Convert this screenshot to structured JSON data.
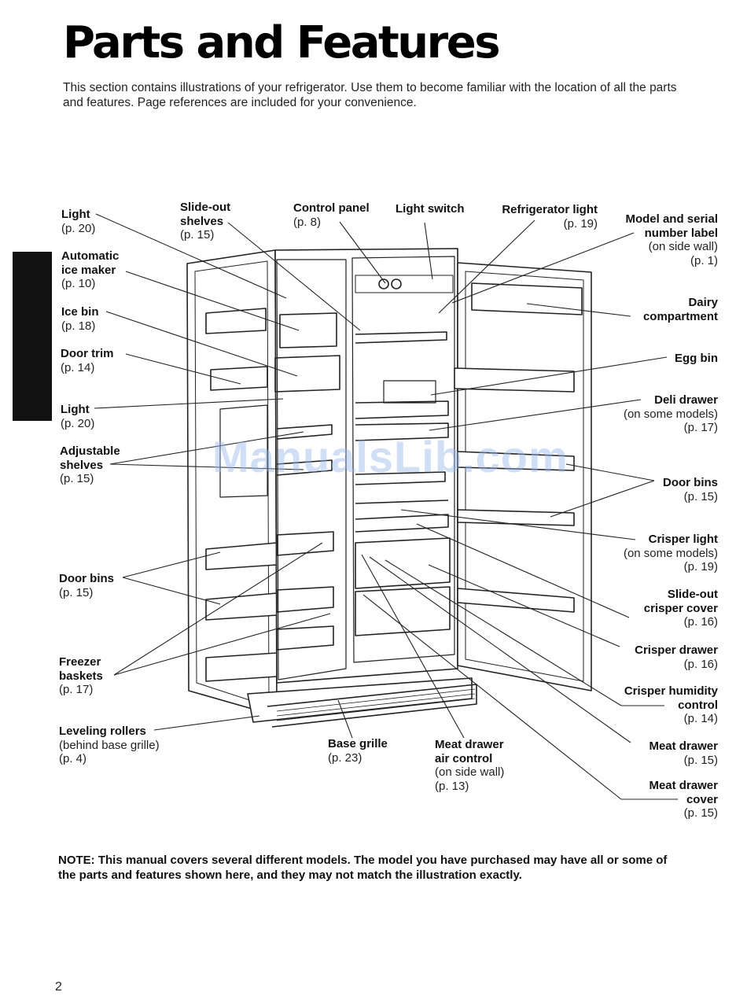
{
  "page": {
    "title": "Parts and Features",
    "intro": "This section contains illustrations of your refrigerator. Use them to become familiar with the location of all the parts and features. Page references are included for your convenience.",
    "note": "NOTE: This manual covers several different models. The model you have purchased may have all or some of the parts and features shown here, and they may not match the illustration exactly.",
    "page_number": "2",
    "watermark": "ManualsLib.com"
  },
  "labels": {
    "light_top": {
      "name": "Light",
      "ref": "(p. 20)"
    },
    "slide_out_shelves": {
      "name1": "Slide-out",
      "name2": "shelves",
      "ref": "(p. 15)"
    },
    "control_panel": {
      "name": "Control panel",
      "ref": "(p. 8)"
    },
    "light_switch": {
      "name": "Light switch"
    },
    "refrigerator_light": {
      "name": "Refrigerator light",
      "ref": "(p. 19)"
    },
    "model_serial": {
      "name1": "Model and serial",
      "name2": "number label",
      "note": "(on side wall)",
      "ref": "(p. 1)"
    },
    "automatic_ice_maker": {
      "name1": "Automatic",
      "name2": "ice maker",
      "ref": "(p. 10)"
    },
    "ice_bin": {
      "name": "Ice bin",
      "ref": "(p. 18)"
    },
    "door_trim": {
      "name": "Door trim",
      "ref": "(p. 14)"
    },
    "light_mid": {
      "name": "Light",
      "ref": "(p. 20)"
    },
    "adjustable_shelves": {
      "name1": "Adjustable",
      "name2": "shelves",
      "ref": "(p. 15)"
    },
    "door_bins_left": {
      "name": "Door bins",
      "ref": "(p. 15)"
    },
    "freezer_baskets": {
      "name1": "Freezer",
      "name2": "baskets",
      "ref": "(p. 17)"
    },
    "leveling_rollers": {
      "name": "Leveling rollers",
      "note": "(behind base grille)",
      "ref": "(p. 4)"
    },
    "base_grille": {
      "name": "Base grille",
      "ref": "(p. 23)"
    },
    "meat_drawer_air": {
      "name1": "Meat drawer",
      "name2": "air control",
      "note": "(on side wall)",
      "ref": "(p. 13)"
    },
    "dairy_compartment": {
      "name1": "Dairy",
      "name2": "compartment"
    },
    "egg_bin": {
      "name": "Egg bin"
    },
    "deli_drawer": {
      "name": "Deli drawer",
      "note": "(on some models)",
      "ref": "(p. 17)"
    },
    "door_bins_right": {
      "name": "Door bins",
      "ref": "(p. 15)"
    },
    "crisper_light": {
      "name": "Crisper light",
      "note": "(on some models)",
      "ref": "(p. 19)"
    },
    "slide_out_crisper_cover": {
      "name1": "Slide-out",
      "name2": "crisper cover",
      "ref": "(p. 16)"
    },
    "crisper_drawer": {
      "name": "Crisper drawer",
      "ref": "(p. 16)"
    },
    "crisper_humidity": {
      "name1": "Crisper humidity",
      "name2": "control",
      "ref": "(p. 14)"
    },
    "meat_drawer": {
      "name": "Meat drawer",
      "ref": "(p. 15)"
    },
    "meat_drawer_cover": {
      "name1": "Meat drawer",
      "name2": "cover",
      "ref": "(p. 15)"
    }
  }
}
